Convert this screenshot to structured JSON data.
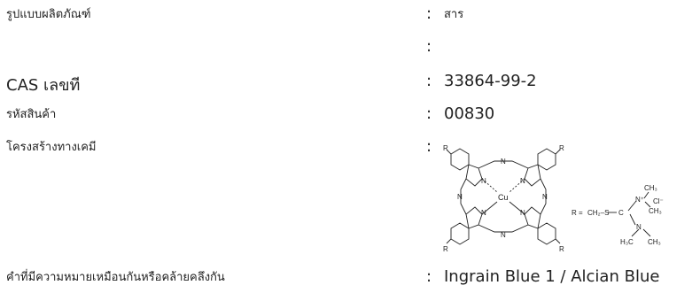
{
  "rows": {
    "product_type": {
      "label": "รูปแบบผลิตภัณฑ์",
      "value": "สาร"
    },
    "blank": {
      "label": "",
      "value": ""
    },
    "cas": {
      "label": "CAS เลขที",
      "value": "33864-99-2"
    },
    "product_code": {
      "label": "รหัสสินค้า",
      "value": "00830"
    },
    "structure": {
      "label": "โครงสร้างทางเคมี"
    },
    "synonyms": {
      "label": "คำที่มีความหมายเหมือนกันหรือคล้ายคลึงกัน",
      "value": "Ingrain Blue 1 / Alcian Blue"
    }
  },
  "colon": ":",
  "structure_labels": {
    "r": "R",
    "n": "N",
    "cu": "Cu",
    "r_eq": "R =",
    "ch2_s": "CH₂–S",
    "c": "C",
    "n_plus": "N⁺",
    "ch3": "CH₃",
    "cl": "Cl⁻",
    "h3c": "H₃C"
  }
}
